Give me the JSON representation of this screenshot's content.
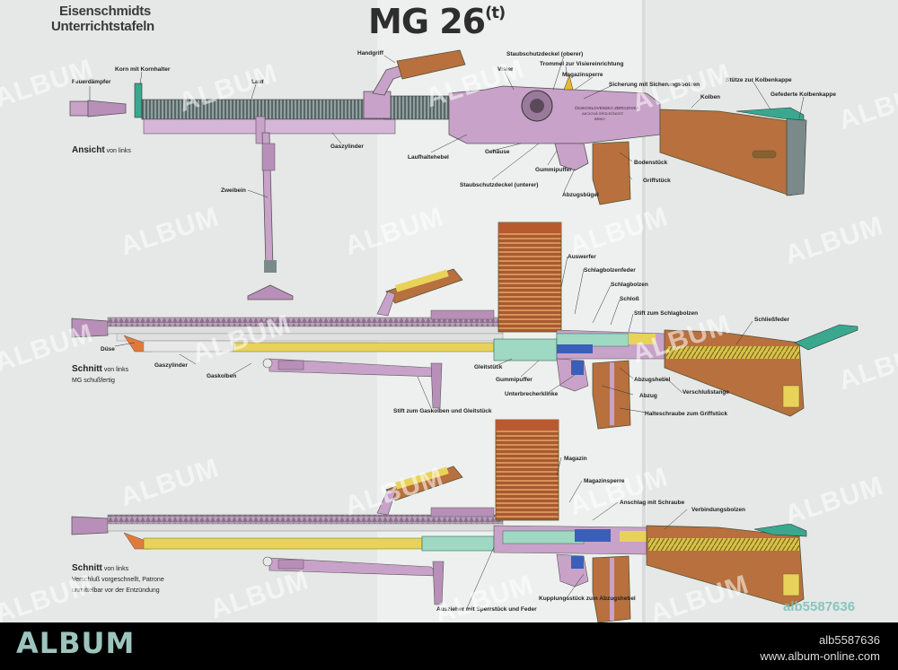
{
  "header": {
    "line1": "Eisenschmidts",
    "line2": "Unterrichtstafeln",
    "title": "MG 26",
    "title_sup": "(t)"
  },
  "views": [
    {
      "bold": "Ansicht",
      "rest": " von links",
      "note1": "",
      "note2": ""
    },
    {
      "bold": "Schnitt",
      "rest": " von links",
      "note1": "MG schußfertig",
      "note2": ""
    },
    {
      "bold": "Schnitt",
      "rest": " von links",
      "note1": "Verschluß vorgeschnellt, Patrone",
      "note2": "unmittelbar vor der Entzündung"
    }
  ],
  "labels": {
    "top": [
      "Feuerdämpfer",
      "Korn mit Kornhalter",
      "Lauf",
      "Handgriff",
      "Visier",
      "Staubschutzdeckel (oberer)",
      "Trommel zur Visiereinrichtung",
      "Magazinsperre",
      "Sicherung mit Sicherungsbolzen",
      "Kolben",
      "Stütze zur Kolbenkappe",
      "Gefederte Kolbenkappe",
      "Gaszylinder",
      "Laufhaltehebel",
      "Gehäuse",
      "Gummipuffer",
      "Bodenstück",
      "Griffstück",
      "Abzugsbügel",
      "Staubschutzdeckel (unterer)",
      "Zweibein"
    ],
    "mid": [
      "Auswerfer",
      "Schlagbolzenfeder",
      "Schlagbolzen",
      "Schloß",
      "Stift zum Schlagbolzen",
      "Schließfeder",
      "Düse",
      "Gaszylinder",
      "Gaskolben",
      "Gleitstück",
      "Gummipuffer",
      "Unterbrecherklinke",
      "Abzugshebel",
      "Abzug",
      "Verschlußstange",
      "Halteschraube zum Griffstück",
      "Stift zum Gaskolben und Gleitstück"
    ],
    "bot": [
      "Magazin",
      "Magazinsperre",
      "Anschlag mit Schraube",
      "Verbindungsbolzen",
      "Auszieher mit Sperrstück und Feder",
      "Kupplungsstück zum Abzugshebel"
    ]
  },
  "stamp": {
    "receiver": "ČESKOSLOVENSKÁ ZBROJOVKA",
    "receiver2": "AKCIOVÁ SPOLEČNOST",
    "receiver3": "BRNO"
  },
  "watermark": {
    "text": "ALBUM",
    "corner": "alb5587636"
  },
  "footer": {
    "logo": "ALBUM",
    "id": "alb5587636",
    "url": "www.album-online.com"
  },
  "colors": {
    "lilac": "#c8a2c8",
    "wood": "#b8703e",
    "yellow": "#e8d25a",
    "mint": "#9fd9c4",
    "orange": "#e07a3a",
    "steel": "#7a8a8a",
    "teal": "#3aa88e",
    "blue": "#3a5fb8"
  }
}
